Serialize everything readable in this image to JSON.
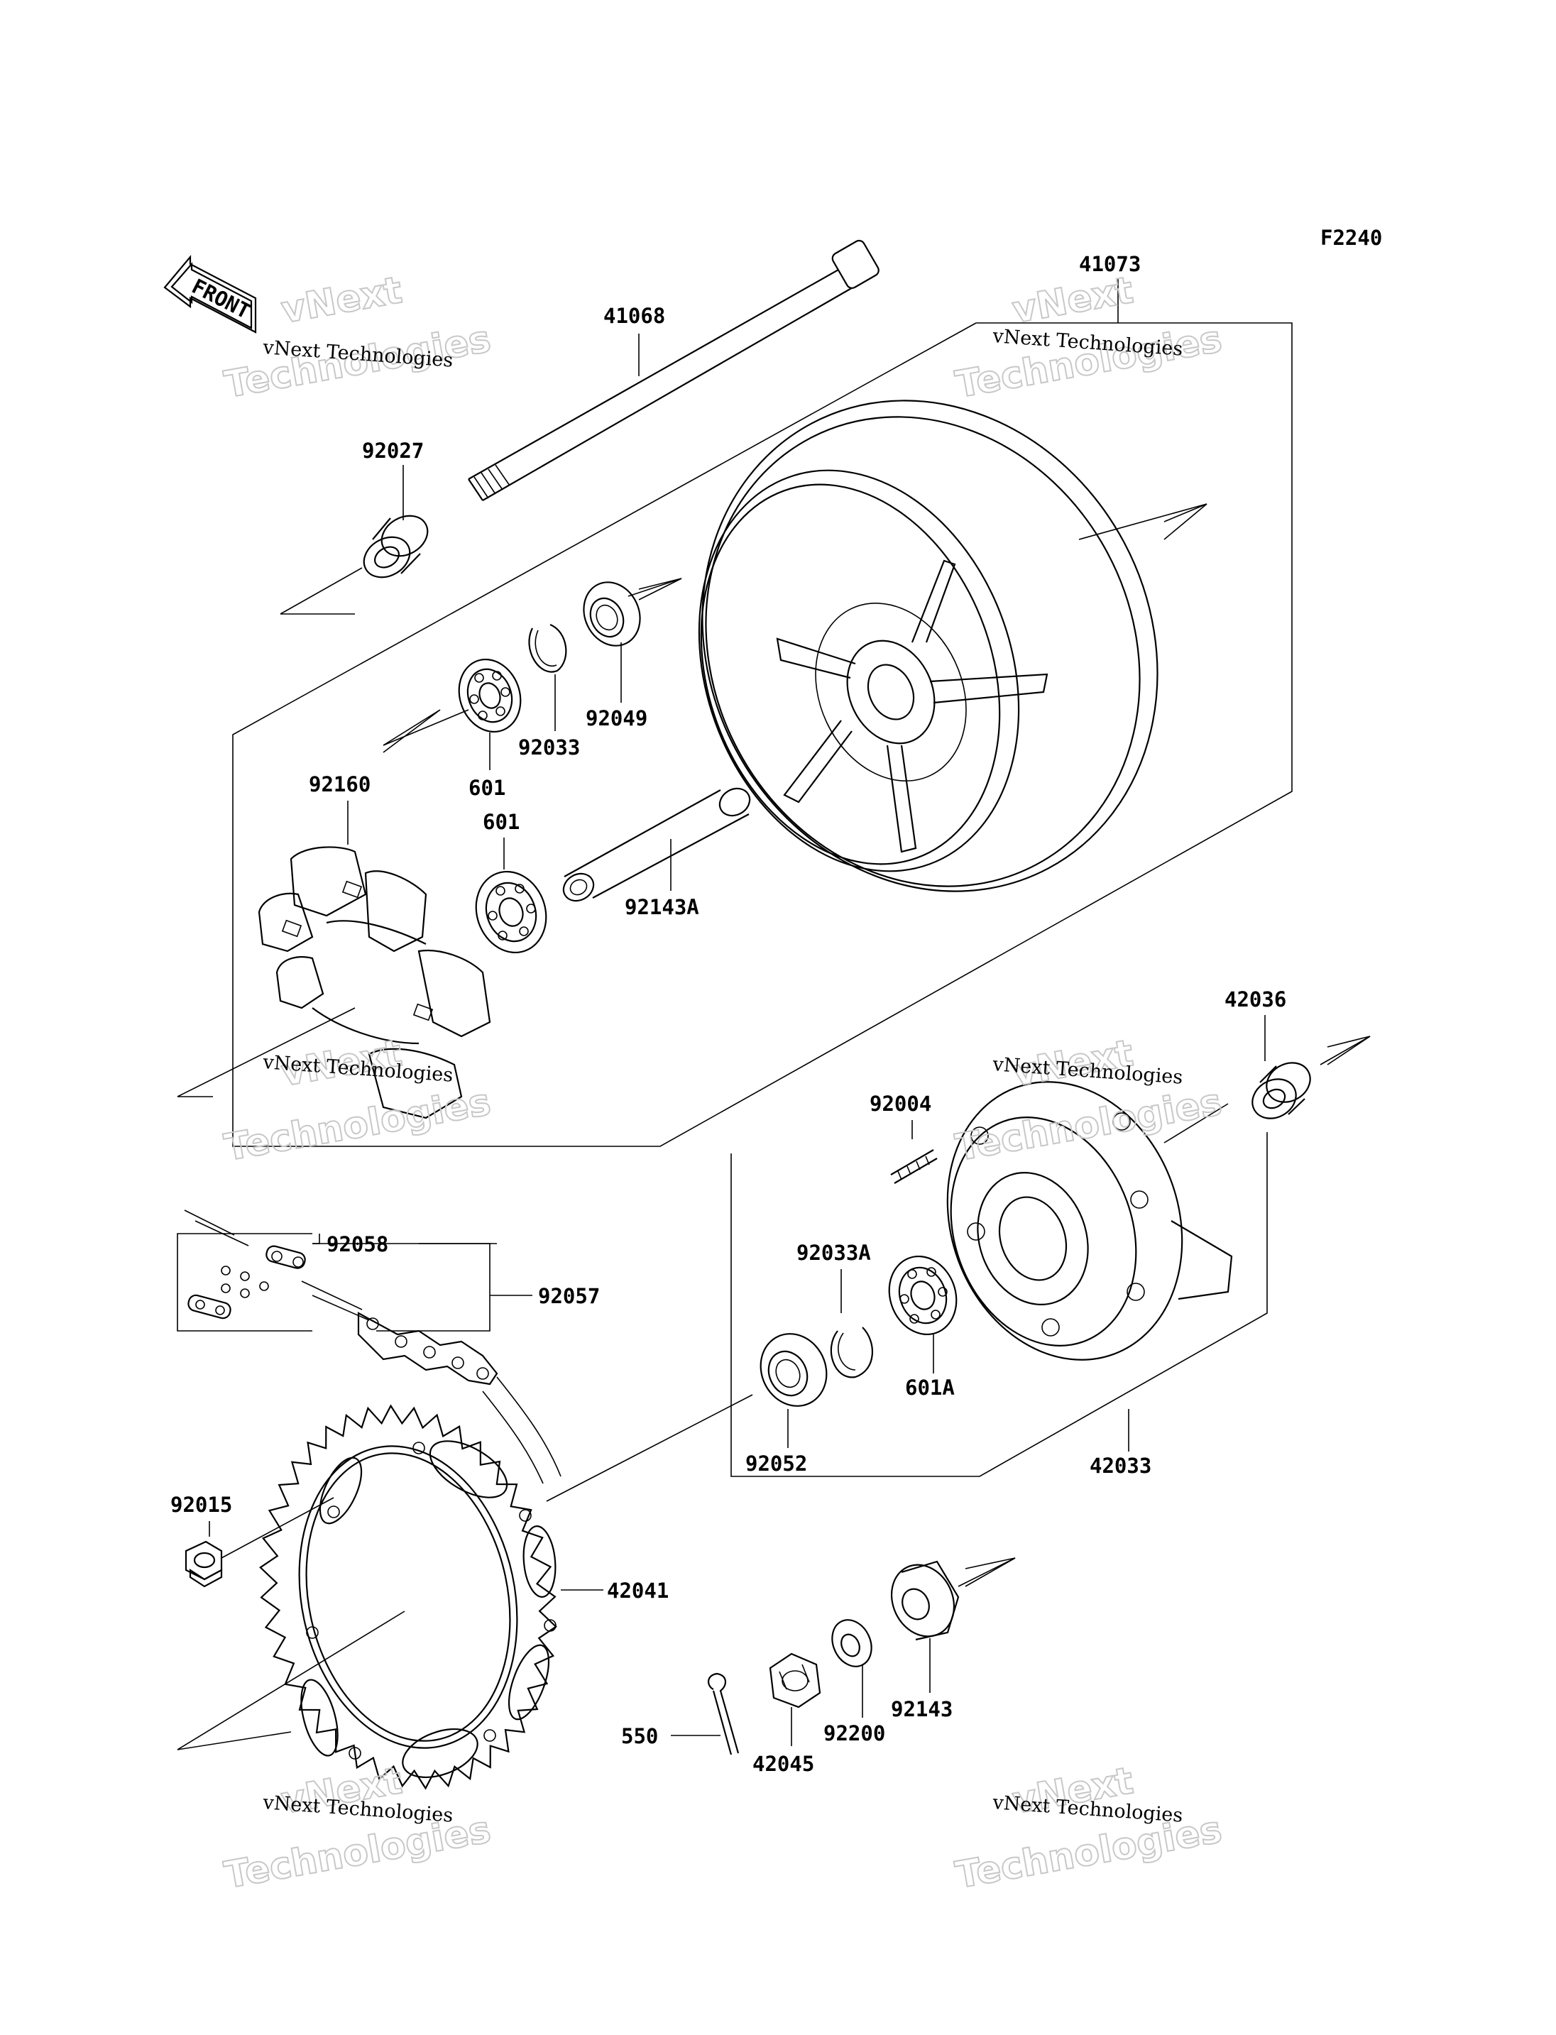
{
  "diagram_code": "F2240",
  "front_label": "FRONT",
  "parts": {
    "p41068": "41068",
    "p41073": "41073",
    "p92027": "92027",
    "p92049": "92049",
    "p92033": "92033",
    "p601_upper": "601",
    "p601_lower": "601",
    "p92160": "92160",
    "p92143A": "92143A",
    "p42036": "42036",
    "p92004": "92004",
    "p92058": "92058",
    "p92057": "92057",
    "p92033A": "92033A",
    "p601A": "601A",
    "p92052": "92052",
    "p42033": "42033",
    "p92015": "92015",
    "p42041": "42041",
    "p92143": "92143",
    "p92200": "92200",
    "p550": "550",
    "p42045": "42045"
  },
  "watermarks": {
    "company": "vNext Technologies",
    "big_1": "vNext",
    "big_2": "Technologies"
  }
}
